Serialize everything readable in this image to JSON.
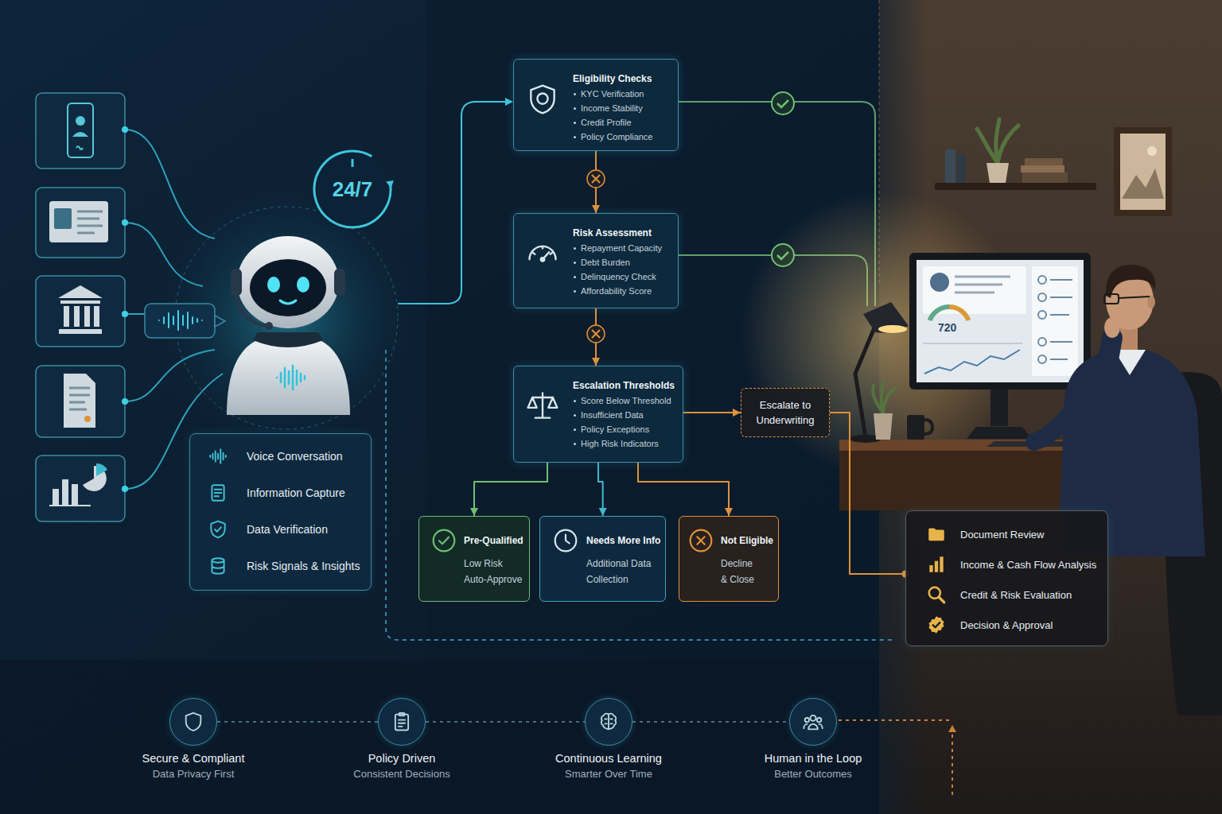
{
  "diagram": {
    "nodes": [
      {
        "text": [
          "24/7"
        ]
      },
      {
        "text": [
          "Voice Conversation",
          "Information Capture",
          "Data Verification",
          "Risk Signals & Insights"
        ]
      },
      {
        "text": [
          "Eligibility Checks",
          "KYC Verification",
          "Income Stability",
          "Credit Profile",
          "Policy Compliance"
        ]
      },
      {
        "text": [
          "Risk Assessment",
          "Repayment Capacity",
          "Debt Burden",
          "Delinquency Check",
          "Affordability Score"
        ]
      },
      {
        "text": [
          "Escalation Thresholds",
          "Score Below Threshold",
          "Insufficient Data",
          "Policy Exceptions",
          "High Risk Indicators"
        ]
      },
      {
        "text": [
          "Escalate to Underwriting"
        ]
      },
      {
        "text": [
          "Pre-Qualified",
          "Low Risk Auto-Approve"
        ]
      },
      {
        "text": [
          "Needs More Info",
          "Additional Data Collection"
        ]
      },
      {
        "text": [
          "Not Eligible",
          "Decline & Close"
        ]
      },
      {
        "text": [
          "Document Review",
          "Income & Cash Flow Analysis",
          "Credit & Risk Evaluation",
          "Decision & Approval"
        ]
      },
      {
        "text": [
          "Secure & Compliant",
          "Data Privacy First"
        ]
      },
      {
        "text": [
          "Policy Driven",
          "Consistent Decisions"
        ]
      },
      {
        "text": [
          "Continuous Learning",
          "Smarter Over Time"
        ]
      },
      {
        "text": [
          "Human in the Loop",
          "Better Outcomes"
        ]
      }
    ],
    "edges": [
      {
        "from": 2,
        "to": 3,
        "arrow": "to"
      },
      {
        "from": 3,
        "to": 4,
        "arrow": "to"
      },
      {
        "from": 4,
        "to": 5,
        "arrow": "to"
      },
      {
        "from": 4,
        "to": 6,
        "arrow": "to"
      },
      {
        "from": 4,
        "to": 7,
        "arrow": "to"
      },
      {
        "from": 4,
        "to": 8,
        "arrow": "to"
      },
      {
        "from": 5,
        "to": 9,
        "arrow": "none"
      },
      {
        "from": 10,
        "to": 11,
        "arrow": "none"
      },
      {
        "from": 11,
        "to": 12,
        "arrow": "none"
      },
      {
        "from": 12,
        "to": 13,
        "arrow": "none"
      }
    ],
    "labels": [
      "720"
    ]
  }
}
